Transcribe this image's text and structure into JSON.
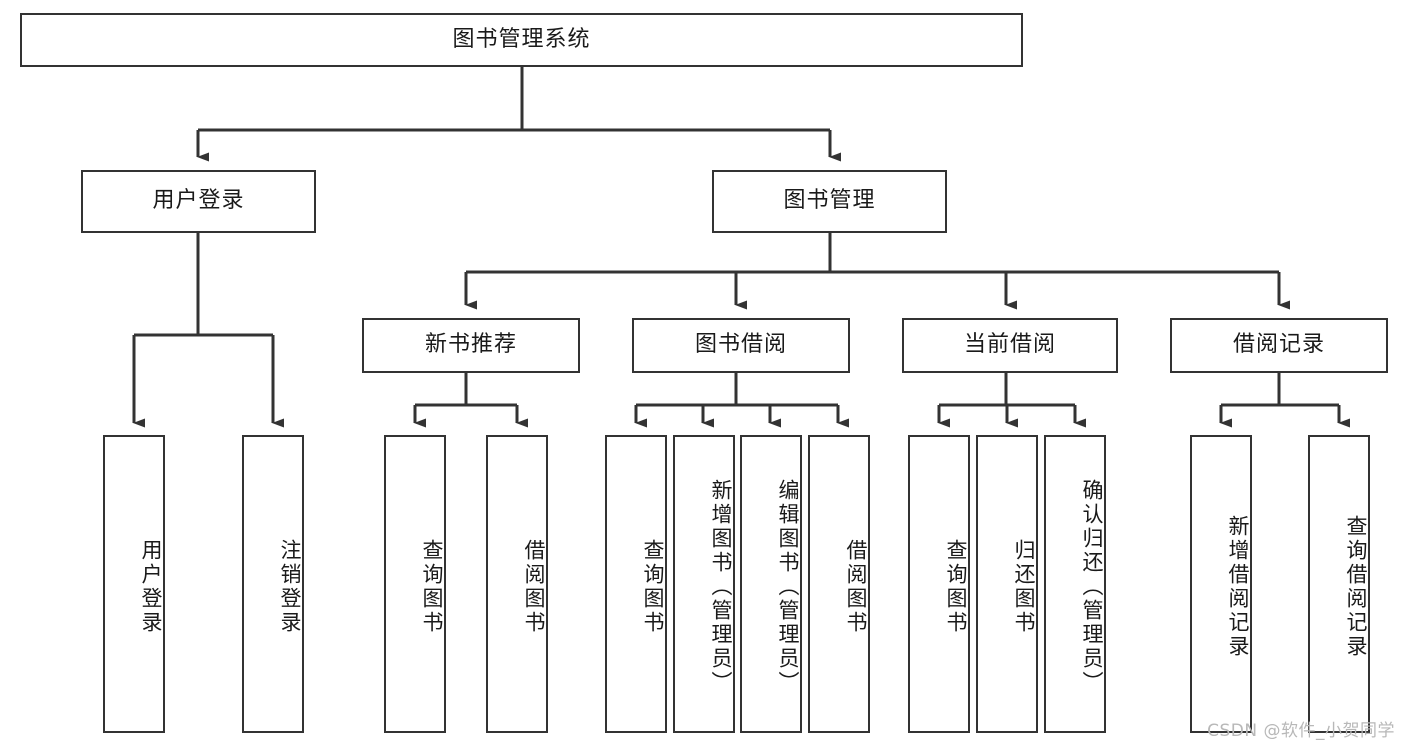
{
  "diagram": {
    "title": "图书管理系统",
    "type": "function-structure-tree",
    "stroke_color": "#333333",
    "fill_color": "#ffffff",
    "text_color": "#1a1a1a"
  },
  "nodes": {
    "root": {
      "label": "图书管理系统",
      "level": 1,
      "orientation": "horizontal"
    },
    "l2": [
      {
        "id": "user-login",
        "label": "用户登录",
        "level": 2,
        "orientation": "horizontal"
      },
      {
        "id": "book-manage",
        "label": "图书管理",
        "level": 2,
        "orientation": "horizontal"
      }
    ],
    "l3": [
      {
        "id": "new-book-recommend",
        "label": "新书推荐",
        "level": 3,
        "orientation": "horizontal"
      },
      {
        "id": "book-borrow",
        "label": "图书借阅",
        "level": 3,
        "orientation": "horizontal"
      },
      {
        "id": "current-borrow",
        "label": "当前借阅",
        "level": 3,
        "orientation": "horizontal"
      },
      {
        "id": "borrow-record",
        "label": "借阅记录",
        "level": 3,
        "orientation": "horizontal"
      }
    ],
    "leaves": [
      {
        "id": "leaf-user-login",
        "label": "用户登录",
        "parent": "user-login",
        "orientation": "vertical"
      },
      {
        "id": "leaf-user-logout",
        "label": "注销登录",
        "parent": "user-login",
        "orientation": "vertical"
      },
      {
        "id": "leaf-query-book-1",
        "label": "查询图书",
        "parent": "new-book-recommend",
        "orientation": "vertical"
      },
      {
        "id": "leaf-borrow-book-1",
        "label": "借阅图书",
        "parent": "new-book-recommend",
        "orientation": "vertical"
      },
      {
        "id": "leaf-query-book-2",
        "label": "查询图书",
        "parent": "book-borrow",
        "orientation": "vertical"
      },
      {
        "id": "leaf-add-book",
        "label": "新增图书（管理员）",
        "parent": "book-borrow",
        "orientation": "vertical"
      },
      {
        "id": "leaf-edit-book",
        "label": "编辑图书（管理员）",
        "parent": "book-borrow",
        "orientation": "vertical"
      },
      {
        "id": "leaf-borrow-book-2",
        "label": "借阅图书",
        "parent": "book-borrow",
        "orientation": "vertical"
      },
      {
        "id": "leaf-query-book-3",
        "label": "查询图书",
        "parent": "current-borrow",
        "orientation": "vertical"
      },
      {
        "id": "leaf-return-book",
        "label": "归还图书",
        "parent": "current-borrow",
        "orientation": "vertical"
      },
      {
        "id": "leaf-confirm-return",
        "label": "确认归还（管理员）",
        "parent": "current-borrow",
        "orientation": "vertical"
      },
      {
        "id": "leaf-add-record",
        "label": "新增借阅记录",
        "parent": "borrow-record",
        "orientation": "vertical"
      },
      {
        "id": "leaf-query-record",
        "label": "查询借阅记录",
        "parent": "borrow-record",
        "orientation": "vertical"
      }
    ]
  },
  "watermark": {
    "text": "CSDN @软件_小贺同学"
  }
}
